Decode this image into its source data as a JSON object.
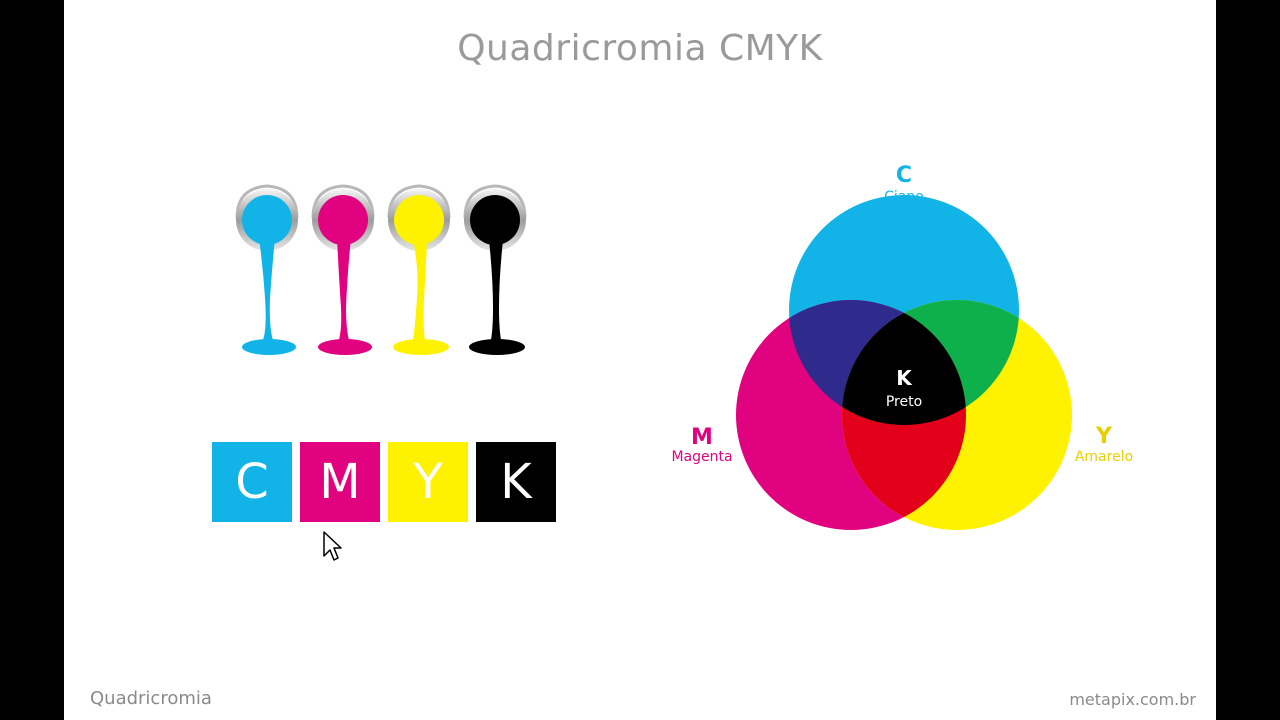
{
  "slide": {
    "title": "Quadricromia CMYK",
    "footer_left": "Quadricromia",
    "footer_right": "metapix.com.br"
  },
  "colors": {
    "cyan": "#12b4e8",
    "magenta": "#e0027e",
    "yellow": "#fff200",
    "black": "#000000",
    "gray_text": "#9a9a9a"
  },
  "swatches": [
    {
      "letter": "C",
      "color": "#12b4e8"
    },
    {
      "letter": "M",
      "color": "#e0027e"
    },
    {
      "letter": "Y",
      "color": "#fff200"
    },
    {
      "letter": "K",
      "color": "#000000"
    }
  ],
  "venn": {
    "cyan": {
      "letter": "C",
      "name": "Ciano"
    },
    "magenta": {
      "letter": "M",
      "name": "Magenta"
    },
    "yellow": {
      "letter": "Y",
      "name": "Amarelo"
    },
    "center": {
      "letter": "K",
      "name": "Preto"
    }
  }
}
